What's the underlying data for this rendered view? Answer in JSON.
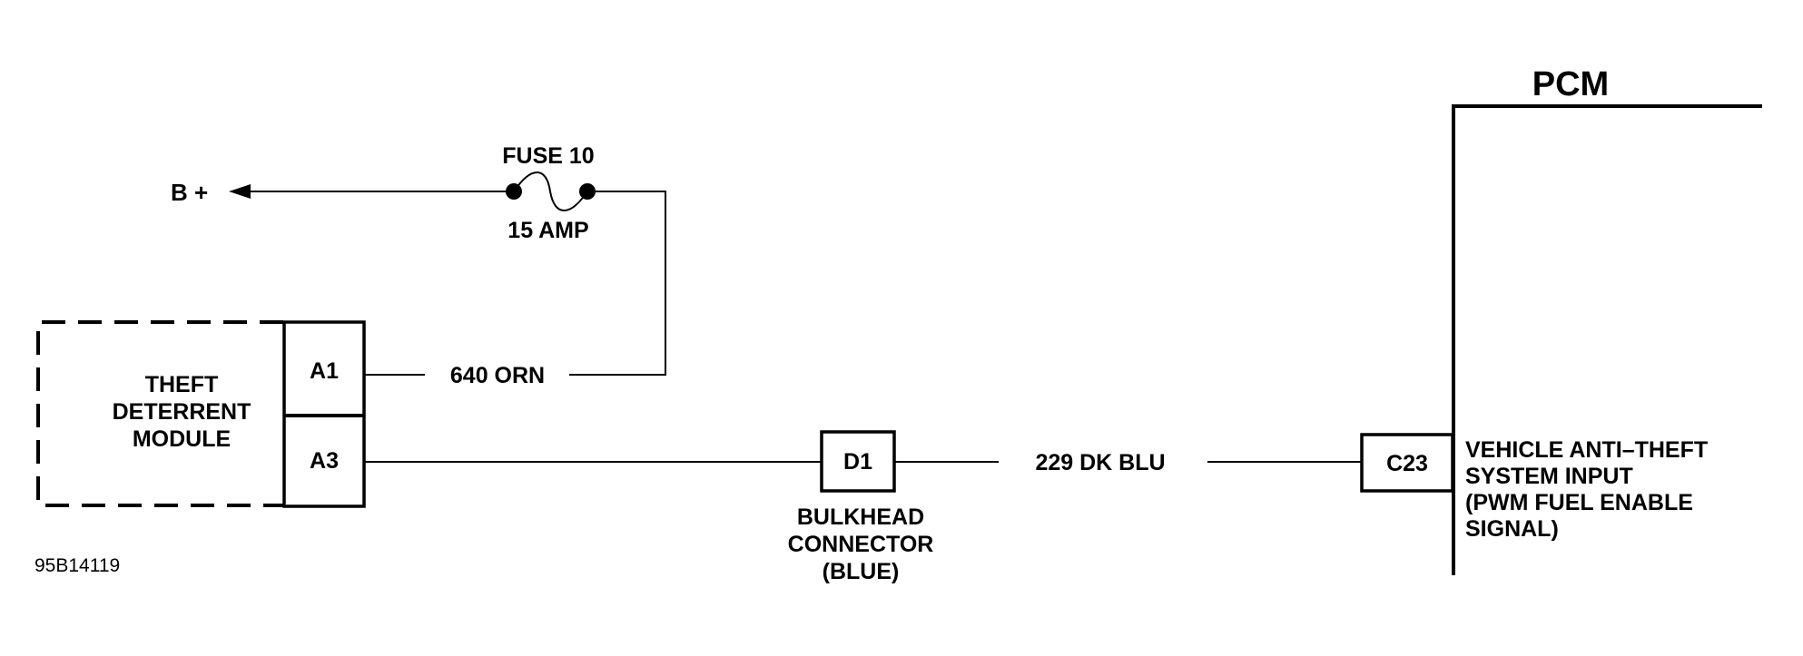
{
  "labels": {
    "pcm": "PCM",
    "battery": "B +",
    "fuse_name": "FUSE 10",
    "fuse_rating": "15 AMP",
    "module_line1": "THEFT",
    "module_line2": "DETERRENT",
    "module_line3": "MODULE",
    "pin_a1": "A1",
    "pin_a3": "A3",
    "wire_640": "640 ORN",
    "pin_d1": "D1",
    "bulkhead_line1": "BULKHEAD",
    "bulkhead_line2": "CONNECTOR",
    "bulkhead_line3": "(BLUE)",
    "wire_229": "229 DK BLU",
    "pin_c23": "C23",
    "input_line1": "VEHICLE ANTI–THEFT",
    "input_line2": "SYSTEM INPUT",
    "input_line3": "(PWM FUEL ENABLE",
    "input_line4": "SIGNAL)",
    "figure_id": "95B14119"
  }
}
